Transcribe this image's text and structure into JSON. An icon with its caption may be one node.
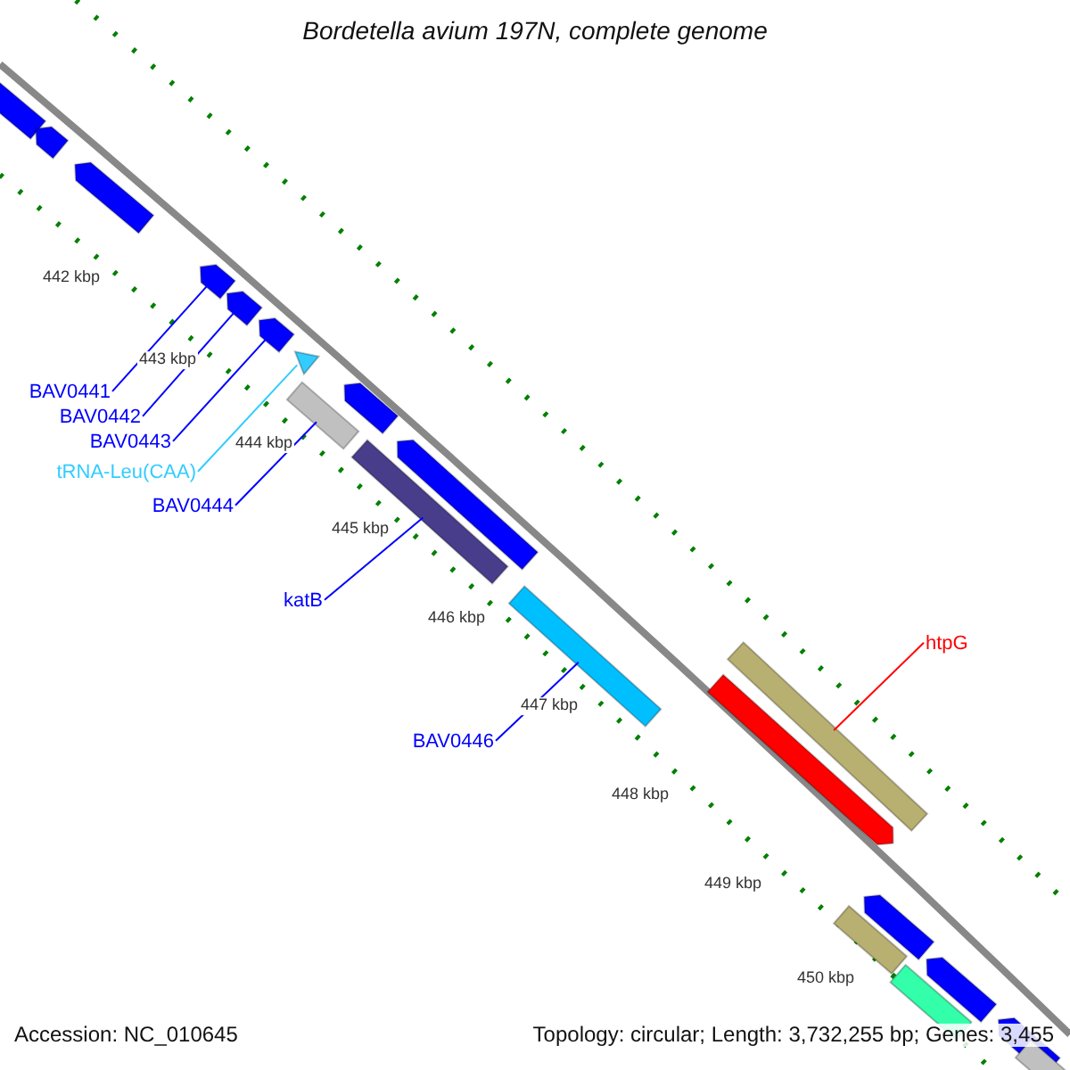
{
  "diagram": {
    "title": "Bordetella avium 197N, complete genome",
    "nodes": [
      {
        "text": [
          "BAV0441"
        ]
      },
      {
        "text": [],
        "shape": "arrow"
      },
      {
        "text": [
          "BAV0442"
        ]
      },
      {
        "text": [],
        "shape": "arrow"
      },
      {
        "text": [
          "BAV0443"
        ]
      },
      {
        "text": [],
        "shape": "arrow"
      },
      {
        "text": [
          "tRNA-Leu(CAA)"
        ]
      },
      {
        "text": [],
        "shape": "triangle"
      },
      {
        "text": [
          "BAV0444"
        ]
      },
      {
        "text": [],
        "shape": "bar"
      },
      {
        "text": [
          "katB"
        ]
      },
      {
        "text": [],
        "shape": "bar"
      },
      {
        "text": [
          "BAV0446"
        ]
      },
      {
        "text": [],
        "shape": "bar"
      },
      {
        "text": [
          "htpG"
        ]
      },
      {
        "text": [],
        "shape": "bar"
      },
      {
        "text": [],
        "shape": "arrow"
      },
      {
        "text": [],
        "shape": "arrow"
      },
      {
        "text": [],
        "shape": "arrow"
      },
      {
        "text": [],
        "shape": "arrow"
      },
      {
        "text": [],
        "shape": "arrow"
      },
      {
        "text": [],
        "shape": "arrow"
      },
      {
        "text": [],
        "shape": "arrow"
      },
      {
        "text": [],
        "shape": "arrow"
      },
      {
        "text": [],
        "shape": "arrow"
      },
      {
        "text": [],
        "shape": "bar"
      },
      {
        "text": [],
        "shape": "bar"
      },
      {
        "text": [],
        "shape": "bar"
      }
    ],
    "edges": [
      {
        "from": 0,
        "to": 1,
        "arrow": "none"
      },
      {
        "from": 2,
        "to": 3,
        "arrow": "none"
      },
      {
        "from": 4,
        "to": 5,
        "arrow": "none"
      },
      {
        "from": 6,
        "to": 7,
        "arrow": "none",
        "color": "#33ccff"
      },
      {
        "from": 8,
        "to": 9,
        "arrow": "none"
      },
      {
        "from": 10,
        "to": 11,
        "arrow": "none"
      },
      {
        "from": 12,
        "to": 13,
        "arrow": "none"
      },
      {
        "from": 14,
        "to": 15,
        "arrow": "none",
        "color": "#ff0000"
      }
    ],
    "labels": [
      "442 kbp",
      "443 kbp",
      "444 kbp",
      "445 kbp",
      "446 kbp",
      "447 kbp",
      "448 kbp",
      "449 kbp",
      "450 kbp",
      "Accession: NC_010645",
      "Topology: circular; Length: 3,732,255 bp; Genes: 3,455"
    ]
  }
}
